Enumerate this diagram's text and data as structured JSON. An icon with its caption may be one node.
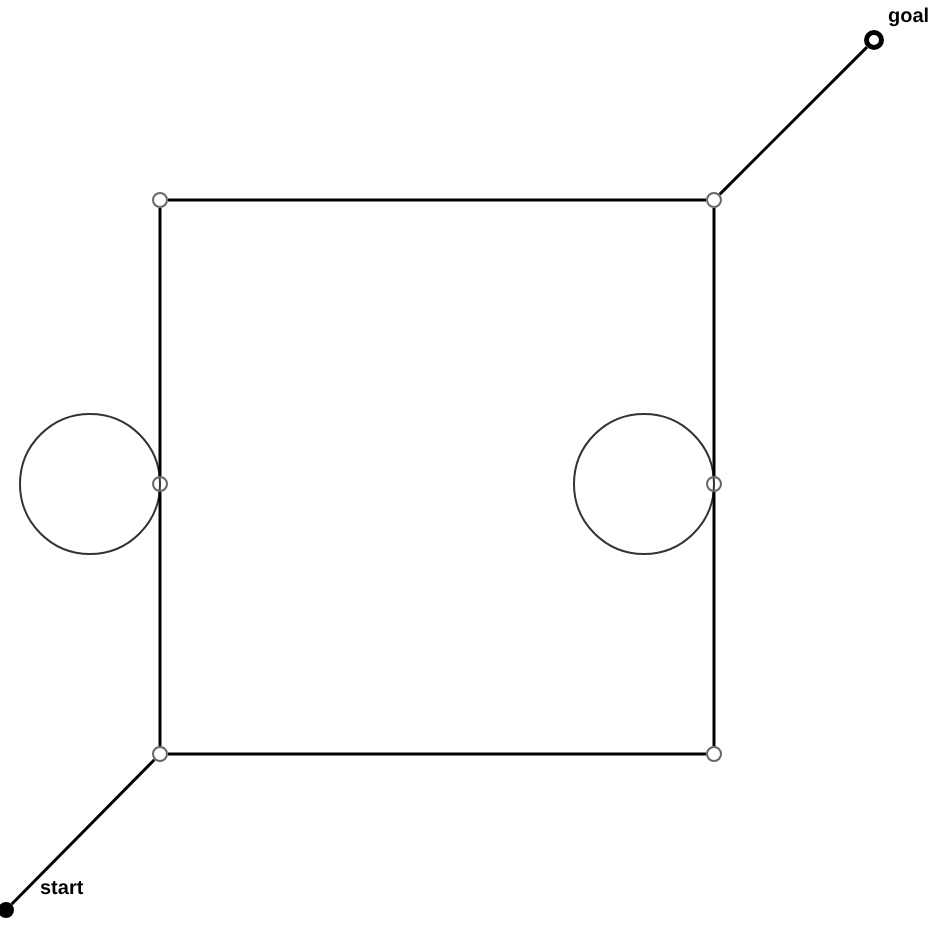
{
  "diagram": {
    "nodes": [
      {
        "text": [],
        "shape": "circle",
        "beside": [
          "start"
        ]
      },
      {
        "text": [],
        "shape": "circle"
      },
      {
        "text": [],
        "shape": "circle"
      },
      {
        "text": [],
        "shape": "circle"
      },
      {
        "text": [],
        "shape": "circle"
      },
      {
        "text": [],
        "shape": "circle"
      },
      {
        "text": [],
        "shape": "circle"
      },
      {
        "text": [],
        "shape": "circle",
        "beside": [
          "goal"
        ]
      }
    ],
    "edges": [
      {
        "from": 0,
        "to": 1,
        "arrow": "none"
      },
      {
        "from": 1,
        "to": 2,
        "arrow": "none"
      },
      {
        "from": 2,
        "to": 3,
        "arrow": "none"
      },
      {
        "from": 3,
        "to": 4,
        "arrow": "none"
      },
      {
        "from": 4,
        "to": 5,
        "arrow": "none"
      },
      {
        "from": 5,
        "to": 6,
        "arrow": "none"
      },
      {
        "from": 6,
        "to": 1,
        "arrow": "none"
      },
      {
        "from": 4,
        "to": 7,
        "arrow": "none"
      }
    ]
  }
}
